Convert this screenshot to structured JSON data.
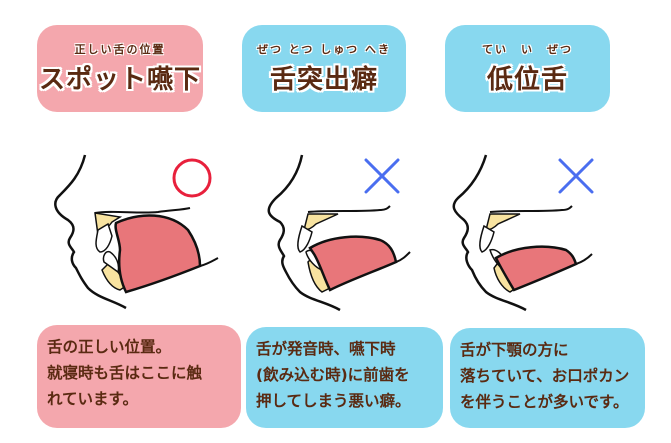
{
  "panels": [
    {
      "ruby": "正しい舌の位置",
      "title": "スポット嚥下",
      "mark": "circle",
      "mark_color": "#e8203c",
      "description": [
        "舌の正しい位置。",
        "就寝時も舌はここに触",
        "れています。"
      ],
      "color": "#f4a7ad"
    },
    {
      "ruby": "ぜつ とつ しゅつ へき",
      "title": "舌突出癖",
      "mark": "cross",
      "mark_color": "#4a6ef0",
      "description": [
        "舌が発音時、嚥下時",
        "(飲み込む時)に前歯を",
        "押してしまう悪い癖。"
      ],
      "color": "#88d8ef"
    },
    {
      "ruby": "てい　い　ぜつ",
      "title": "低位舌",
      "mark": "cross",
      "mark_color": "#4a6ef0",
      "description": [
        "舌が下顎の方に",
        "落ちていて、お口ポカン",
        "を伴うことが多いです。"
      ],
      "color": "#88d8ef"
    }
  ],
  "colors": {
    "text": "#5a2a12",
    "tongue": "#e8767a",
    "gum": "#f8e3a0",
    "outline": "#111111"
  }
}
